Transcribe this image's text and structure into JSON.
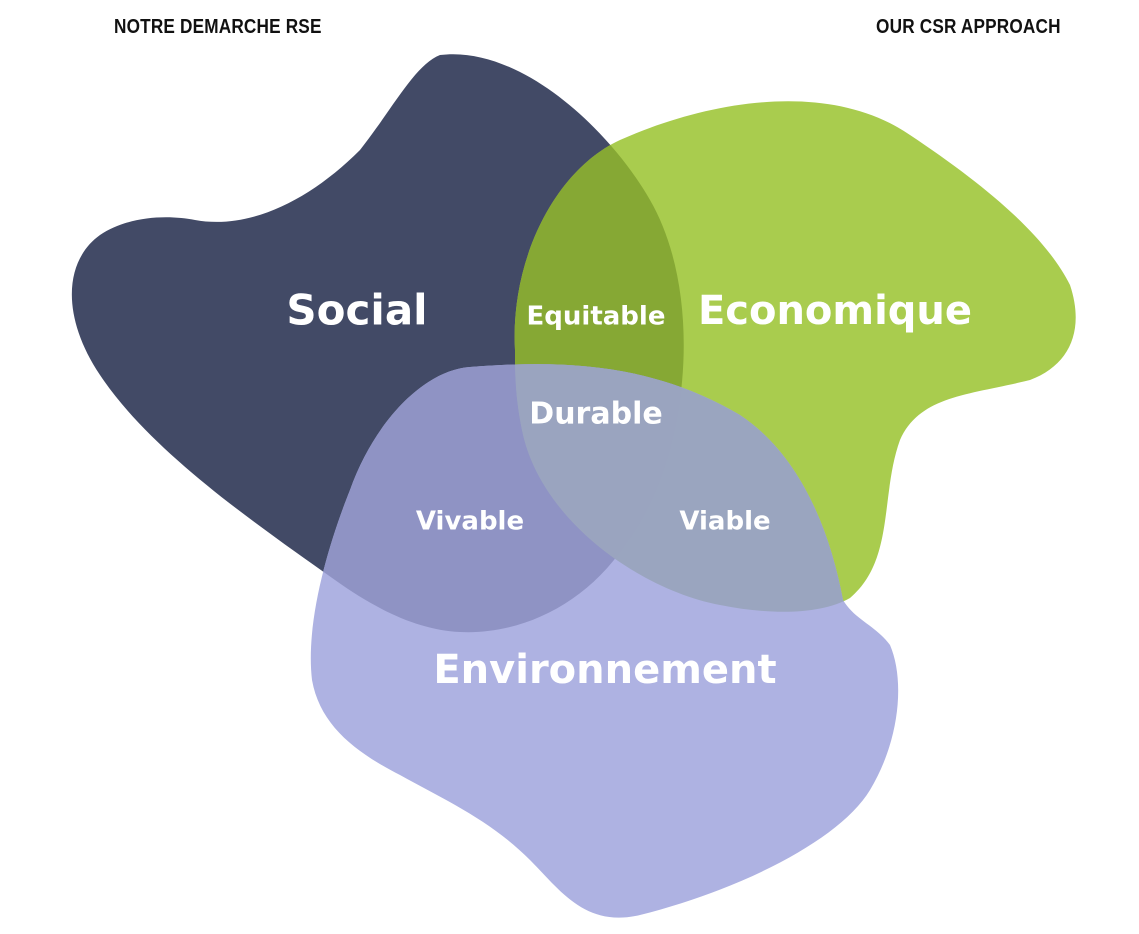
{
  "header": {
    "left_title": "NOTRE DEMARCHE RSE",
    "right_title": "OUR CSR APPROACH"
  },
  "colors": {
    "social": "#424a66",
    "economique": "#a9cc4e",
    "environnement": "#aeb2e2",
    "equitable": "#86a834",
    "vivable": "#8f93c4",
    "durable": "#9aa4bf",
    "viable": "#9aa5bf",
    "label_text": "#ffffff"
  },
  "diagram": {
    "social": "Social",
    "economique": "Economique",
    "environnement": "Environnement",
    "equitable": "Equitable",
    "durable": "Durable",
    "vivable": "Vivable",
    "viable": "Viable"
  }
}
